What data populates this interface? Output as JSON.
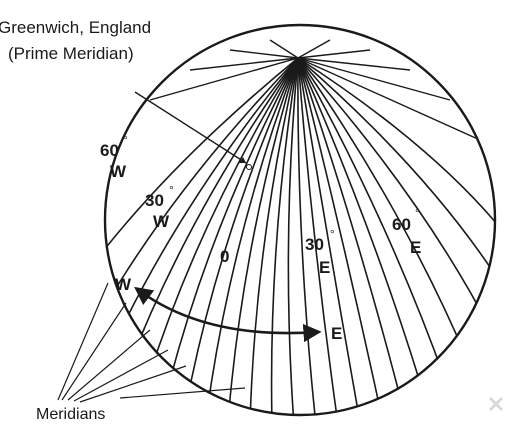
{
  "callout": {
    "line1": "Greenwich, England",
    "line2": "(Prime Meridian)"
  },
  "labels": {
    "w60_deg": "60",
    "w60_dir": "W",
    "w30_deg": "30",
    "w30_dir": "W",
    "zero": "0",
    "e30_deg": "30",
    "e30_dir": "E",
    "e60_deg": "60",
    "e60_dir": "E",
    "degree_mark": "°",
    "west": "W",
    "east": "E",
    "meridians": "Meridians"
  }
}
